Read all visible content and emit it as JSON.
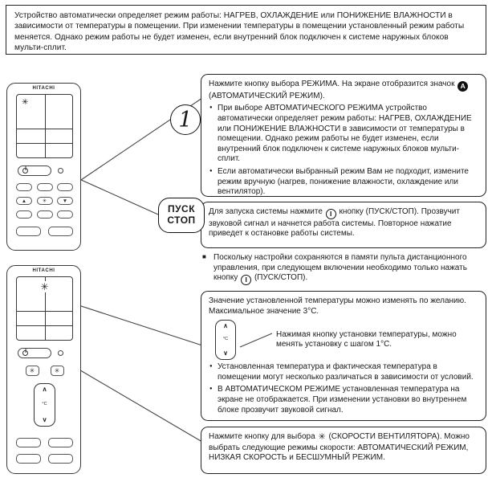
{
  "intro": {
    "text": "Устройство автоматически определяет режим работы: НАГРЕВ, ОХЛАЖДЕНИЕ или ПОНИЖЕНИЕ ВЛАЖНОСТИ в зависимости от температуры в помещении. При изменении температуры в помещении установленный режим работы меняется. Однако режим работы не будет изменен, если внутренний блок подключен к системе наружных блоков мульти-сплит."
  },
  "step": {
    "number": "1"
  },
  "start_stop_badge": {
    "line1": "ПУСК",
    "line2": "СТОП"
  },
  "remotes": {
    "brand": "HITACHI",
    "icons": {
      "fan": "✳",
      "up": "▲",
      "down": "▼"
    }
  },
  "box_mode": {
    "lead_before_icon": "Нажмите кнопку выбора РЕЖИМА. На экране отобразится значок",
    "auto_icon_glyph": "A",
    "lead_after_icon": "(АВТОМАТИЧЕСКИЙ РЕЖИМ).",
    "bullets": [
      "При выборе АВТОМАТИЧЕСКОГО РЕЖИМА устройство автоматически определяет режим работы: НАГРЕВ, ОХЛАЖДЕНИЕ или ПОНИЖЕНИЕ ВЛАЖНОСТИ в зависимости от температуры в помещении. Однако режим работы не будет изменен, если внутренний блок подключен к системе наружных блоков мульти-сплит.",
      "Если автоматически выбранный режим Вам не подходит, измените режим вручную (нагрев, понижение влажности, охлаждение или вентилятор)."
    ]
  },
  "box_start": {
    "before_icon": "Для запуска системы нажмите",
    "power_icon_glyph": "I",
    "after_icon": "кнопку (ПУСК/СТОП). Прозвучит звуковой сигнал и начнется работа системы. Повторное нажатие приведет к остановке работы системы."
  },
  "memory_note": {
    "before_icon": "Поскольку настройки сохраняются в памяти пульта дистанционного управления, при следующем включении необходимо только нажать кнопку",
    "power_icon_glyph": "I",
    "after_icon": "(ПУСК/СТОП)."
  },
  "box_temp": {
    "intro": "Значение установленной температуры можно изменять по желанию. Максимальное значение 3°C.",
    "rocker": {
      "up": "∧",
      "unit": "°C",
      "down": "∨"
    },
    "caption": "Нажимая кнопку установки температуры, можно менять установку с шагом 1°C.",
    "bullets": [
      "Установленная температура и фактическая температура в помещении могут несколько различаться в зависимости от условий.",
      "В АВТОМАТИЧЕСКОМ РЕЖИМЕ установленная температура на экране не отображается. При изменении установки во внутреннем блоке прозвучит звуковой сигнал."
    ]
  },
  "box_fan": {
    "before_icon": "Нажмите кнопку для выбора",
    "fan_icon_glyph": "✳",
    "after_icon": "(СКОРОСТИ ВЕНТИЛЯТОРА). Можно выбрать следующие режимы скорости: АВТОМАТИЧЕСКИЙ РЕЖИМ, НИЗКАЯ СКОРОСТЬ и БЕСШУМНЫЙ РЕЖИМ."
  }
}
